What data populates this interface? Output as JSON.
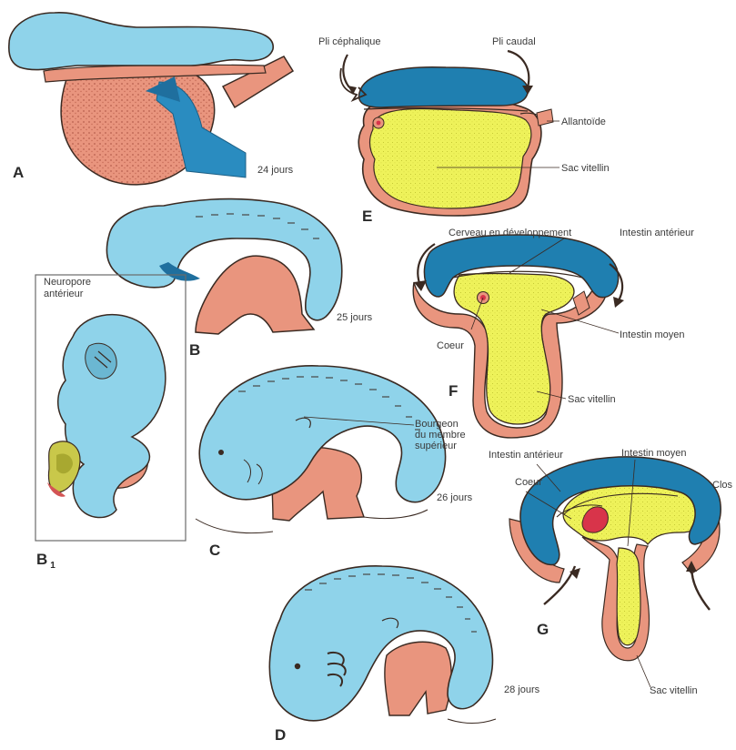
{
  "colors": {
    "embryo_blue": "#8fd3ea",
    "neural_dark_blue": "#1f7fb0",
    "pink_tissue": "#e9957e",
    "yolk_yellow": "#eef25a",
    "heart_red": "#d8344a",
    "outline": "#3a2a22"
  },
  "panels": {
    "A": {
      "letter": "A",
      "age": "24 jours"
    },
    "B": {
      "letter": "B",
      "age": "25 jours"
    },
    "B1": {
      "letter": "B",
      "subscript": "1",
      "neuropore": "Neuropore\nantérieur"
    },
    "C": {
      "letter": "C",
      "age": "26 jours",
      "limb_bud": "Bourgeon\ndu membre\nsupérieur"
    },
    "D": {
      "letter": "D",
      "age": "28 jours"
    },
    "E": {
      "letter": "E",
      "cephalic_fold": "Pli céphalique",
      "caudal_fold": "Pli caudal",
      "allantois": "Allantoïde",
      "yolk_sac": "Sac vitellin"
    },
    "F": {
      "letter": "F",
      "brain": "Cerveau en développement",
      "foregut": "Intestin antérieur",
      "heart": "Coeur",
      "midgut": "Intestin moyen",
      "yolk_sac": "Sac vitellin"
    },
    "G": {
      "letter": "G",
      "foregut": "Intestin antérieur",
      "midgut": "Intestin moyen",
      "heart": "Coeur",
      "cloaca": "Clos",
      "yolk_sac": "Sac vitellin"
    }
  }
}
